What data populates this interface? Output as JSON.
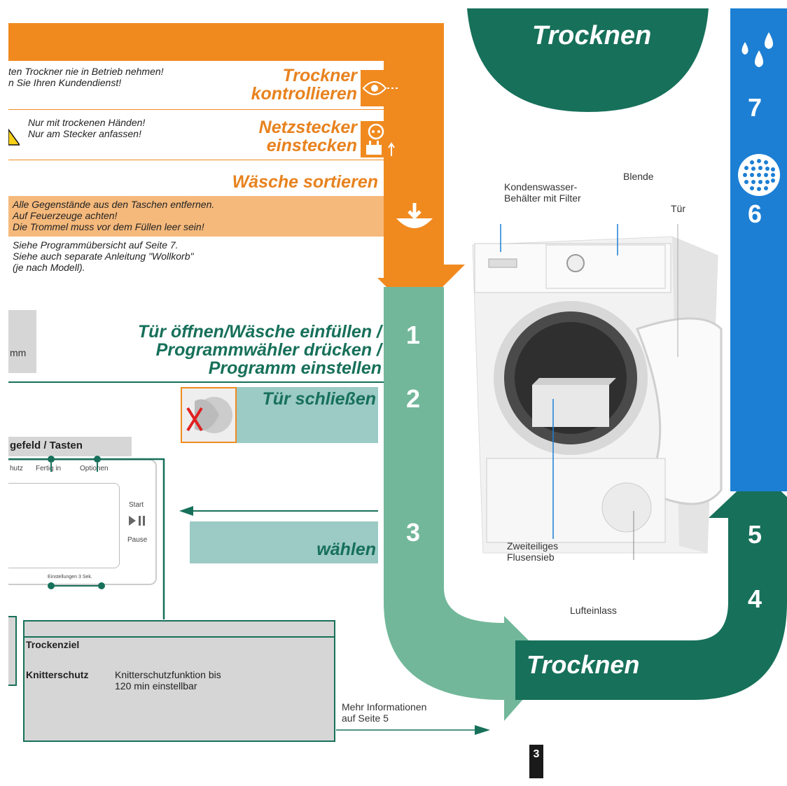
{
  "header": {
    "title_top": "Trocknen",
    "title_bottom": "Trocknen"
  },
  "steps": {
    "check": {
      "warning_line1": "ten Trockner nie in Betrieb nehmen!",
      "warning_line2": "n Sie Ihren Kundendienst!",
      "title_line1": "Trockner",
      "title_line2": "kontrollieren"
    },
    "plug": {
      "note_line1": "Nur mit trockenen Händen!",
      "note_line2": "Nur am Stecker anfassen!",
      "title_line1": "Netzstecker",
      "title_line2": "einstecken"
    },
    "sort": {
      "title": "Wäsche sortieren",
      "box_line1": "Alle Gegenstände aus den Taschen entfernen.",
      "box_line2": "Auf Feuerzeuge achten!",
      "box_line3": "Die Trommel muss vor dem Füllen leer sein!",
      "ref_line1": "Siehe Programmübersicht auf Seite 7.",
      "ref_line2": "Siehe auch separate Anleitung \"Wollkorb\"",
      "ref_line3": "(je nach Modell)."
    },
    "step1": {
      "number": "1",
      "line1": "Tür öffnen/Wäsche einfüllen /",
      "line2": "Programmwähler drücken /",
      "line3": "Programm einstellen",
      "side_label": "mm"
    },
    "step2": {
      "number": "2",
      "title": "Tür schließen"
    },
    "step3": {
      "number": "3",
      "title": "wählen"
    },
    "step4": {
      "number": "4"
    },
    "step5": {
      "number": "5"
    },
    "step6": {
      "number": "6"
    },
    "step7": {
      "number": "7"
    }
  },
  "control_panel": {
    "title": "gefeld / Tasten",
    "label_schutz": "hutz",
    "label_fertig": "Fertig in",
    "label_optionen": "Optionen",
    "label_start": "Start",
    "label_pause": "Pause",
    "label_settings": "Einstellungen 3 Sek."
  },
  "options_table": {
    "row1_name": "Trockenziel",
    "row2_name": "Knitterschutz",
    "row2_desc_line1": "Knitterschutzfunktion bis",
    "row2_desc_line2": "120 min einstellbar",
    "more_line1": "Mehr Informationen",
    "more_line2": "auf Seite 5"
  },
  "dryer_labels": {
    "water": "Kondenswasser-",
    "water2": "Behälter mit Filter",
    "blende": "Blende",
    "door": "Tür",
    "filter1": "Zweiteiliges",
    "filter2": "Flusensieb",
    "air": "Lufteinlass"
  },
  "page_number": "3",
  "colors": {
    "orange": "#f08a1f",
    "green_dark": "#17705a",
    "green_light": "#7fbfa5",
    "blue": "#1c7fd4",
    "teal_box": "#9ccac4"
  }
}
